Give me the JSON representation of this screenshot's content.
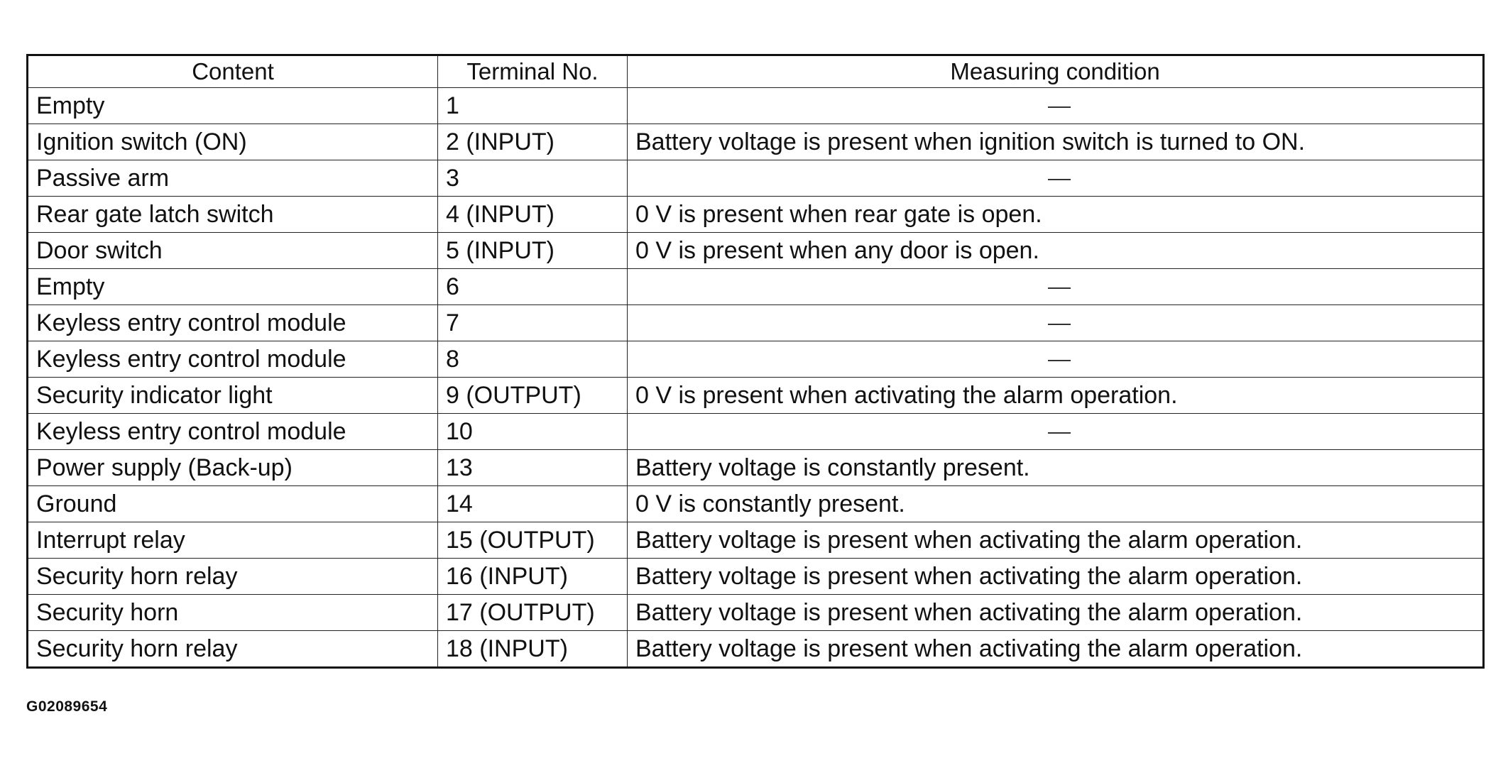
{
  "table": {
    "headers": {
      "content": "Content",
      "terminal": "Terminal No.",
      "condition": "Measuring condition"
    },
    "rows": [
      {
        "content": "Empty",
        "terminal": "1",
        "condition": "—"
      },
      {
        "content": "Ignition switch (ON)",
        "terminal": "2 (INPUT)",
        "condition": "Battery voltage is present when ignition switch is turned to ON."
      },
      {
        "content": "Passive arm",
        "terminal": "3",
        "condition": "—"
      },
      {
        "content": "Rear gate latch switch",
        "terminal": "4 (INPUT)",
        "condition": "0 V is present when rear gate is open."
      },
      {
        "content": "Door switch",
        "terminal": "5 (INPUT)",
        "condition": "0 V is present when any door is open."
      },
      {
        "content": "Empty",
        "terminal": "6",
        "condition": "—"
      },
      {
        "content": "Keyless entry control module",
        "terminal": "7",
        "condition": "—"
      },
      {
        "content": "Keyless entry control module",
        "terminal": "8",
        "condition": "—"
      },
      {
        "content": "Security indicator light",
        "terminal": "9 (OUTPUT)",
        "condition": "0 V is present when activating the alarm operation."
      },
      {
        "content": "Keyless entry control module",
        "terminal": "10",
        "condition": "—"
      },
      {
        "content": "Power supply (Back-up)",
        "terminal": "13",
        "condition": "Battery voltage is constantly present."
      },
      {
        "content": "Ground",
        "terminal": "14",
        "condition": "0 V is constantly present."
      },
      {
        "content": "Interrupt relay",
        "terminal": "15 (OUTPUT)",
        "condition": "Battery voltage is present when activating the alarm operation."
      },
      {
        "content": "Security horn relay",
        "terminal": "16 (INPUT)",
        "condition": "Battery voltage is present when activating the alarm operation."
      },
      {
        "content": "Security horn",
        "terminal": "17 (OUTPUT)",
        "condition": "Battery voltage is present when activating the alarm operation."
      },
      {
        "content": "Security horn relay",
        "terminal": "18 (INPUT)",
        "condition": "Battery voltage is present when activating the alarm operation."
      }
    ]
  },
  "figure_id": "G02089654"
}
